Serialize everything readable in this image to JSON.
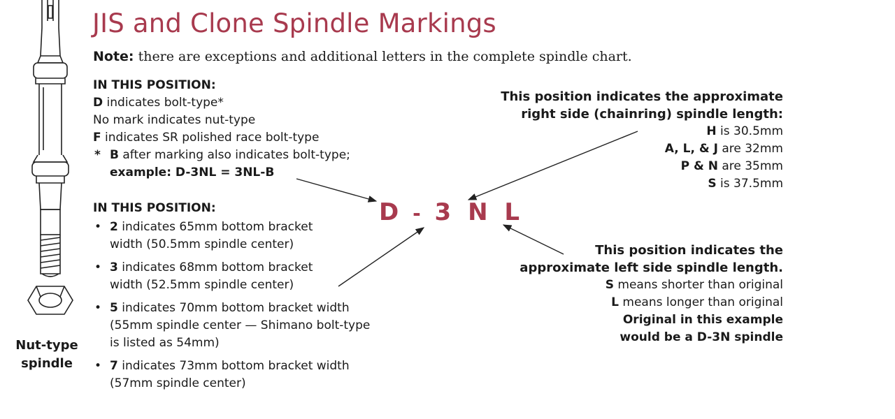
{
  "title": "JIS and Clone Spindle Markings",
  "note": {
    "label": "Note:",
    "text": " there are exceptions and additional letters in the complete spindle chart."
  },
  "first_position": {
    "heading": "IN THIS POSITION:",
    "lines": [
      {
        "bold": "D",
        "rest": " indicates bolt-type*"
      },
      {
        "bold": "",
        "rest": "No mark indicates nut-type"
      },
      {
        "bold": "F",
        "rest": " indicates SR polished race bolt-type"
      }
    ],
    "footnote": {
      "mark": "*",
      "bold": "B",
      "rest": " after marking also indicates bolt-type;",
      "example": "example: D-3NL = 3NL-B"
    }
  },
  "second_position": {
    "heading": "IN THIS POSITION:",
    "items": [
      {
        "bold": "2",
        "line1": " indicates 65mm bottom bracket",
        "line2": "width (50.5mm spindle center)",
        "line3": ""
      },
      {
        "bold": "3",
        "line1": " indicates 68mm bottom bracket",
        "line2": "width (52.5mm spindle center)",
        "line3": ""
      },
      {
        "bold": "5",
        "line1": " indicates 70mm bottom bracket width",
        "line2": "(55mm spindle center — Shimano bolt-type",
        "line3": "is listed as 54mm)"
      },
      {
        "bold": "7",
        "line1": " indicates 73mm bottom bracket width",
        "line2": "(57mm spindle center)",
        "line3": ""
      }
    ]
  },
  "code": {
    "p1": "D",
    "dash": "-",
    "p2": "3",
    "p3": "N",
    "p4": "L"
  },
  "right_length": {
    "heading1": "This position indicates the approximate",
    "heading2": "right side (chainring) spindle length:",
    "items": [
      {
        "bold": "H",
        "rest": " is 30.5mm"
      },
      {
        "bold": "A, L, & J",
        "rest": " are 32mm"
      },
      {
        "bold": "P & N",
        "rest": " are 35mm"
      },
      {
        "bold": "S",
        "rest": " is 37.5mm"
      }
    ]
  },
  "left_length": {
    "heading1": "This position indicates the",
    "heading2": "approximate left side spindle length.",
    "items": [
      {
        "bold": "S",
        "rest": " means shorter than original"
      },
      {
        "bold": "L",
        "rest": " means longer than original"
      }
    ],
    "footer1": "Original in this example",
    "footer2": "would be a D-3N spindle"
  },
  "nut_label": {
    "line1": "Nut-type",
    "line2": "spindle"
  },
  "colors": {
    "accent": "#a83a4e",
    "text": "#1a1a1a"
  }
}
